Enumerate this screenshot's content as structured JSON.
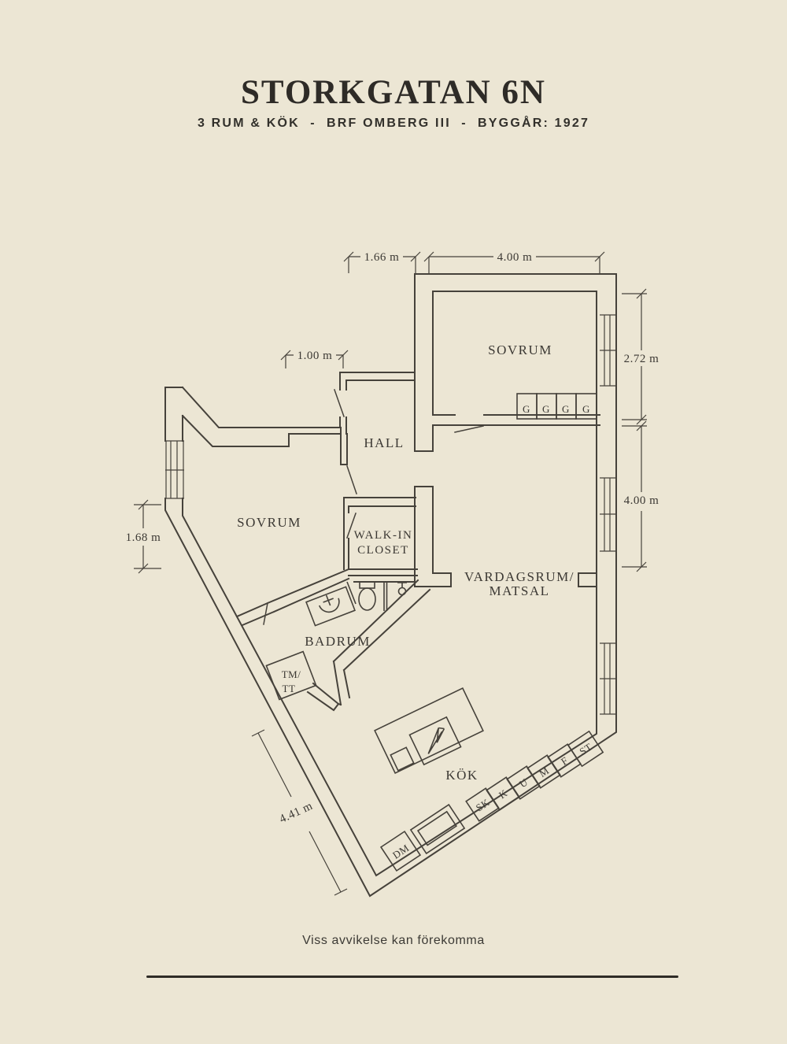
{
  "header": {
    "title": "STORKGATAN 6N",
    "subtitle": "3 RUM & KÖK  -  BRF OMBERG III  -  BYGGÅR: 1927"
  },
  "plan": {
    "rooms": {
      "bedroom_ne": "SOVRUM",
      "bedroom_w": "SOVRUM",
      "hall": "HALL",
      "walk_in_line1": "WALK-IN",
      "walk_in_line2": "CLOSET",
      "bathroom": "BADRUM",
      "living_line1": "VARDAGSRUM/",
      "living_line2": "MATSAL",
      "kitchen": "KÖK",
      "laundry_line1": "TM/",
      "laundry_line2": "TT"
    },
    "wardrobes": [
      "G",
      "G",
      "G",
      "G"
    ],
    "appliances": [
      "SK",
      "K",
      "U",
      "M",
      "F",
      "ST"
    ],
    "dishwasher": "DM",
    "dimensions": {
      "top_left": "1.66 m",
      "top_right": "4.00 m",
      "right_upper": "2.72 m",
      "right_lower": "4.00 m",
      "hall": "1.00 m",
      "left": "1.68 m",
      "diagonal": "4.41 m"
    }
  },
  "footer": {
    "disclaimer": "Viss avvikelse kan förekomma"
  },
  "colors": {
    "background": "#ece6d4",
    "line": "#46423b",
    "text": "#3b3833"
  }
}
